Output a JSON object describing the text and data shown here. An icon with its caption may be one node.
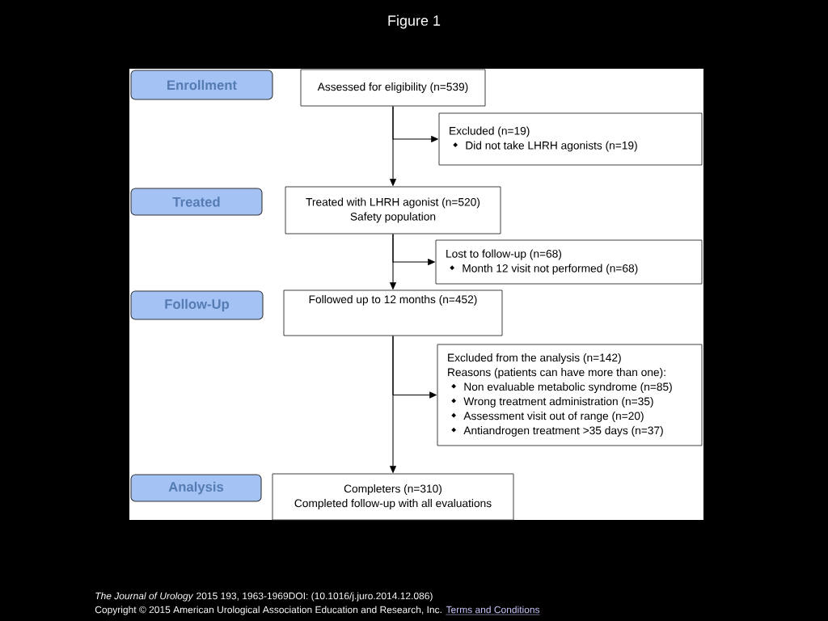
{
  "diagram": {
    "title": "Figure 1",
    "nodes": [
      {
        "text": [
          "Enrollment"
        ]
      },
      {
        "text": [
          "Assessed for eligibility (n=539)"
        ]
      },
      {
        "text": [
          "Excluded (n=19)",
          "Did not take LHRH agonists (n=19)"
        ]
      },
      {
        "text": [
          "Treated"
        ]
      },
      {
        "text": [
          "Treated with LHRH agonist (n=520)",
          "Safety population"
        ]
      },
      {
        "text": [
          "Lost to follow-up (n=68)",
          "Month 12 visit not performed (n=68)"
        ]
      },
      {
        "text": [
          "Follow-Up"
        ]
      },
      {
        "text": [
          "Followed up to 12 months (n=452)"
        ]
      },
      {
        "text": [
          "Excluded from the analysis (n=142)",
          "Reasons (patients can have more than one):",
          "Non evaluable metabolic syndrome (n=85)",
          "Wrong treatment administration (n=35)",
          "Assessment visit out of range (n=20)",
          "Antiandrogen treatment >35 days (n=37)"
        ]
      },
      {
        "text": [
          "Analysis"
        ]
      },
      {
        "text": [
          "Completers (n=310)",
          "Completed follow-up with all evaluations"
        ]
      }
    ],
    "edges": [
      {
        "from": 1,
        "to": 4,
        "arrow": "to"
      },
      {
        "from": 1,
        "to": 2,
        "arrow": "to"
      },
      {
        "from": 4,
        "to": 7,
        "arrow": "to"
      },
      {
        "from": 4,
        "to": 5,
        "arrow": "to"
      },
      {
        "from": 7,
        "to": 10,
        "arrow": "to"
      },
      {
        "from": 7,
        "to": 8,
        "arrow": "to"
      }
    ],
    "labels": [
      "*The Journal of Urology* 2015 193, 1963-1969DOI: (10.1016/j.juro.2014.12.086)",
      "Copyright © 2015 American Urological Association Education and Research, Inc.",
      "Terms and Conditions"
    ]
  }
}
